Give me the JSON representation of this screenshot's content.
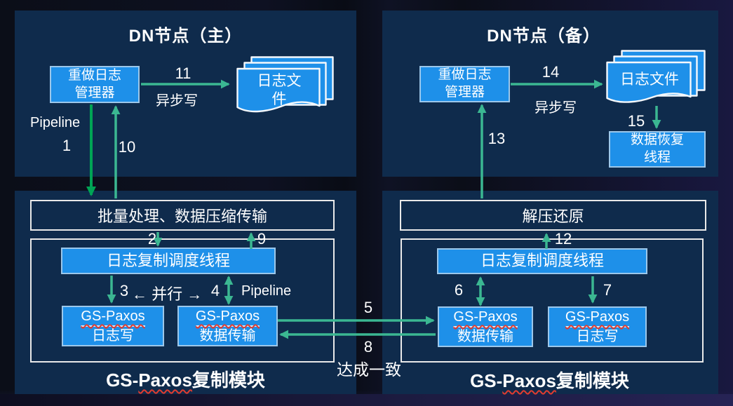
{
  "colors": {
    "panel": "#0f2b4c",
    "box_fill": "#1e90e9",
    "box_border": "#9cc7ea",
    "white_border": "#e9e9e9",
    "arrow_teal": "#3bb792",
    "arrow_green": "#00a455",
    "spellcheck_red": "#e23c30"
  },
  "dn_primary": {
    "title": "DN节点（主）",
    "redo_manager": "重做日志管理器",
    "log_files": "日志文件",
    "n11": "11",
    "async_write": "异步写",
    "pipeline": "Pipeline",
    "n1": "1",
    "n10": "10"
  },
  "dn_standby": {
    "title": "DN节点（备）",
    "redo_manager": "重做日志管理器",
    "log_files": "日志文件",
    "n14": "14",
    "async_write": "异步写",
    "n15": "15",
    "recovery_thread": "数据恢复线程",
    "n13": "13"
  },
  "paxos_primary": {
    "batch": "批量处理、数据压缩传输",
    "n2": "2",
    "n9": "9",
    "scheduler": "日志复制调度线程",
    "n3": "3",
    "parallel": "← 并行 →",
    "n4": "4",
    "pipeline": "Pipeline",
    "log_writer_en": "GS-Paxos",
    "log_writer_zh": "日志写",
    "data_trans_en": "GS-Paxos",
    "data_trans_zh": "数据传输",
    "module_prefix": "GS-",
    "module_wavy": "Paxos",
    "module_suffix": "复制模块"
  },
  "paxos_standby": {
    "decompress": "解压还原",
    "n12": "12",
    "scheduler": "日志复制调度线程",
    "n6": "6",
    "n7": "7",
    "data_trans_en": "GS-Paxos",
    "data_trans_zh": "数据传输",
    "log_writer_en": "GS-Paxos",
    "log_writer_zh": "日志写",
    "module_prefix": "GS-",
    "module_wavy": "Paxos",
    "module_suffix": "复制模块"
  },
  "cross": {
    "n5": "5",
    "n8": "8",
    "consensus": "达成一致"
  }
}
